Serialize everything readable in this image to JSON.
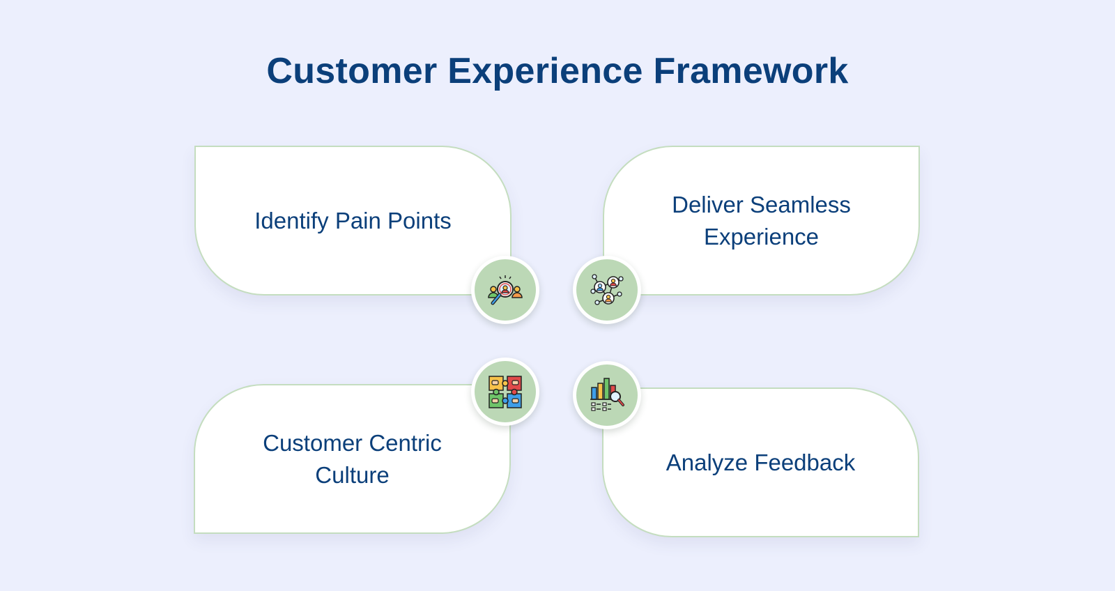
{
  "title": "Customer Experience Framework",
  "cards": [
    {
      "label": "Identify Pain Points",
      "icon": "search-people-icon"
    },
    {
      "label": "Deliver Seamless Experience",
      "icon": "network-icon"
    },
    {
      "label": "Customer Centric Culture",
      "icon": "puzzle-hands-icon"
    },
    {
      "label": "Analyze Feedback",
      "icon": "chart-analysis-icon"
    }
  ],
  "colors": {
    "background": "#eceffd",
    "title": "#0b3f7a",
    "card_border": "#c4ddbf",
    "badge": "#bcd8b6"
  }
}
